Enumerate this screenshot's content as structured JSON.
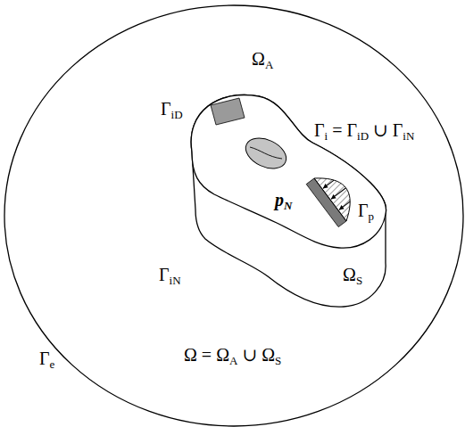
{
  "diagram": {
    "labels": [
      "ΩA",
      "ΓiD",
      "Γi = ΓiD ∪ ΓiN",
      "Γp",
      "pN",
      "ΩS",
      "ΓiN",
      "Γe",
      "Ω = ΩA ∪ ΩS"
    ]
  }
}
